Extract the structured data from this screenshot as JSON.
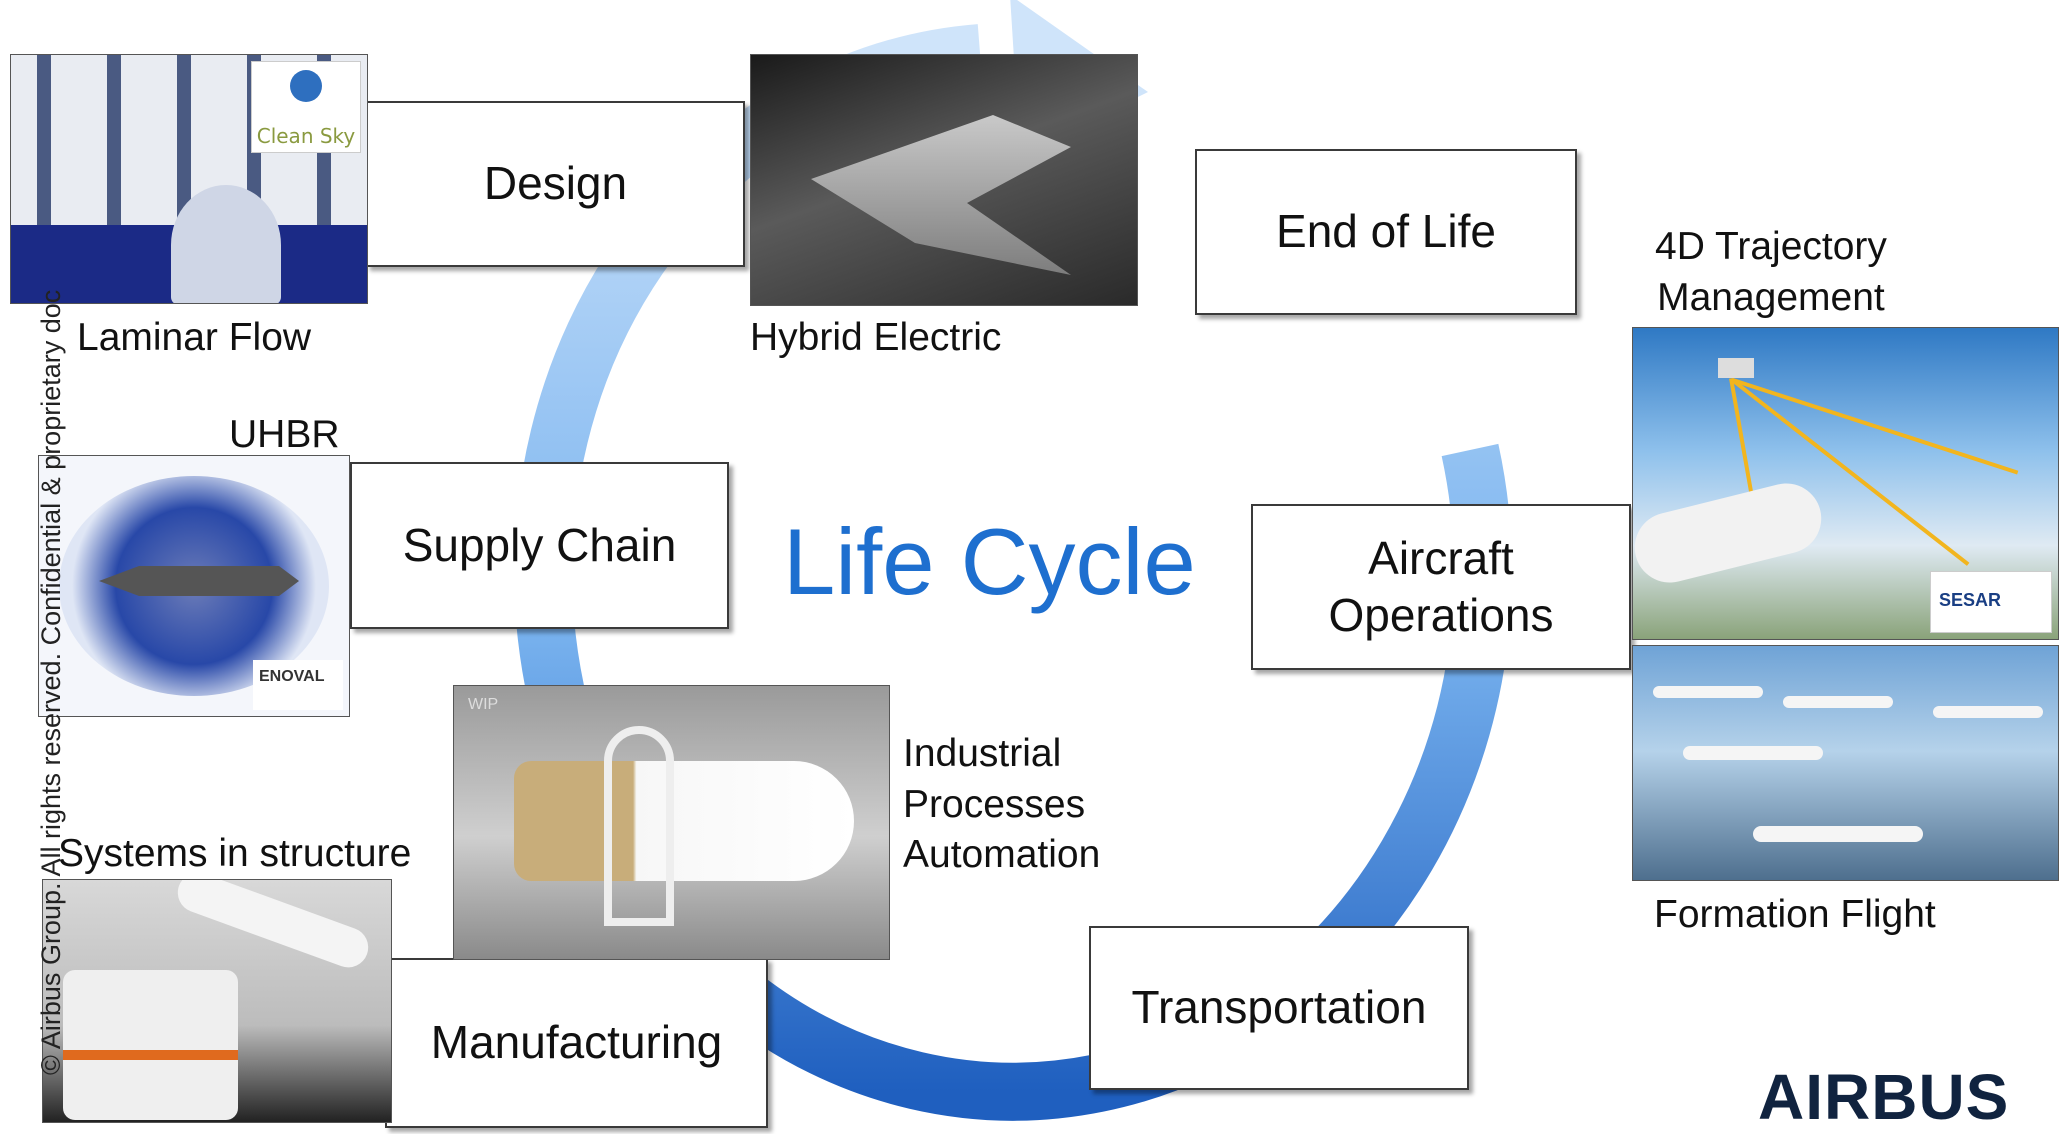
{
  "colors": {
    "arrow_light": "#cfe4fa",
    "arrow_mid": "#79b3ef",
    "arrow_dark": "#1f5fbf",
    "title_blue": "#1e6fcf",
    "box_border": "#3a3a3a",
    "airbus_navy": "#10233f"
  },
  "diagram": {
    "center_title": "Life Cycle",
    "stages": {
      "design": "Design",
      "end_of_life": "End of Life",
      "aircraft_operations": "Aircraft\nOperations",
      "transportation": "Transportation",
      "manufacturing": "Manufacturing",
      "supply_chain": "Supply Chain"
    },
    "captions": {
      "laminar_flow": "Laminar Flow",
      "hybrid_electric": "Hybrid Electric",
      "trajectory": "4D Trajectory\nManagement",
      "formation_flight": "Formation Flight",
      "industrial": "Industrial\nProcesses\nAutomation",
      "systems": "Systems in structure",
      "uhbr": "UHBR"
    }
  },
  "images": {
    "laminar_flow": {
      "icon": "wind-tunnel-image",
      "logo_text": "Clean Sky"
    },
    "hybrid_electric": {
      "icon": "hybrid-aircraft-render-image"
    },
    "trajectory": {
      "icon": "satellite-trajectory-image",
      "logo_text": "SESAR"
    },
    "formation_flight": {
      "icon": "formation-flight-photo"
    },
    "uhbr": {
      "icon": "turbofan-engine-cutaway-image",
      "logo_text": "ENOVAL"
    },
    "industrial": {
      "icon": "fuselage-assembly-render-image",
      "label": "WIP"
    },
    "systems": {
      "icon": "robot-arm-image"
    }
  },
  "footer": {
    "copyright": "© Airbus Group. All rights reserved. Confidential & proprietary doc",
    "logo": "AIRBUS"
  }
}
